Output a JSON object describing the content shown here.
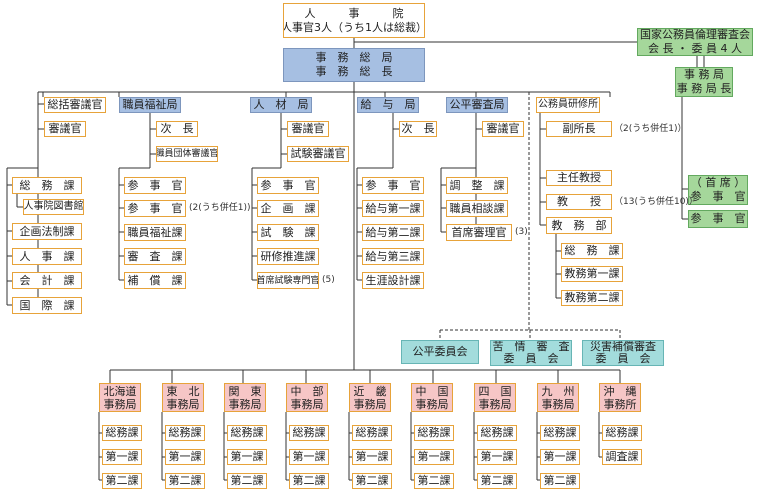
{
  "top": {
    "authority": "人　　　事　　　院",
    "commissioners": "人事官3人（うち1人は総裁）",
    "secretary_general": "事　務　総　局",
    "secretary_general_head": "事　務　総　長"
  },
  "ethics_board": {
    "title": "国家公務員倫理審査会",
    "members": "会 長 ・ 委 員 4 人",
    "secretariat": "事 務 局",
    "secretariat_head": "事 務 局 長",
    "chief": "（ 首 席 ）",
    "counselor_line2": "参　事　官",
    "counselor": "参　事　官"
  },
  "column_general": {
    "head": "総括審議官",
    "deliberation": "審議官",
    "units": [
      "総　務　課",
      "人事院図書館",
      "企画法制課",
      "人　事　課",
      "会　計　課",
      "国　際　課"
    ]
  },
  "column_welfare": {
    "head": "職員福祉局",
    "deputy": "次　長",
    "union_officer": "職員団体審議官",
    "units": [
      "参　事　官",
      "参　事　官",
      "職員福祉課",
      "審　査　課",
      "補　償　課"
    ],
    "note": "(2(うち併任1))"
  },
  "column_personnel": {
    "head": "人　材　局",
    "deliberation": "審議官",
    "exam_officer": "試験審議官",
    "units": [
      "参　事　官",
      "企　画　課",
      "試　験　課",
      "研修推進課",
      "首席試験専門官"
    ],
    "note": "(5)"
  },
  "column_salary": {
    "head": "給　与　局",
    "deputy": "次　長",
    "units": [
      "参　事　官",
      "給与第一課",
      "給与第二課",
      "給与第三課",
      "生涯設計課"
    ]
  },
  "column_fairness": {
    "head": "公平審査局",
    "deliberation": "審議官",
    "units": [
      "調　整　課",
      "職員相談課",
      "首席審理官"
    ],
    "note": "(3)"
  },
  "institute": {
    "head": "公務員研修所",
    "vice": "副所長",
    "vice_note": "（2(うち併任1)）",
    "chief_professor": "主任教授",
    "professor": "教　　授",
    "professor_note": "（13(うち併任10)）",
    "academic": "教　務　部",
    "units": [
      "総　務　課",
      "教務第一課",
      "教務第二課"
    ]
  },
  "committees": [
    "公平委員会",
    "苦　情　審　査\n委　員　会",
    "災害補償審査\n委　員　会"
  ],
  "regional": [
    {
      "name": "北海道\n事務局",
      "units": [
        "総務課",
        "第一課",
        "第二課"
      ]
    },
    {
      "name": "東　北\n事務局",
      "units": [
        "総務課",
        "第一課",
        "第二課"
      ]
    },
    {
      "name": "関　東\n事務局",
      "units": [
        "総務課",
        "第一課",
        "第二課"
      ]
    },
    {
      "name": "中　部\n事務局",
      "units": [
        "総務課",
        "第一課",
        "第二課"
      ]
    },
    {
      "name": "近　畿\n事務局",
      "units": [
        "総務課",
        "第一課",
        "第二課"
      ]
    },
    {
      "name": "中　国\n事務局",
      "units": [
        "総務課",
        "第一課",
        "第二課"
      ]
    },
    {
      "name": "四　国\n事務局",
      "units": [
        "総務課",
        "第一課",
        "第二課"
      ]
    },
    {
      "name": "九　州\n事務局",
      "units": [
        "総務課",
        "第一課",
        "第二課"
      ]
    },
    {
      "name": "沖　縄\n事務所",
      "units": [
        "総務課",
        "調査課"
      ]
    }
  ],
  "colors": {
    "border": "#e7a33a",
    "blue": "#a6bfe2",
    "green": "#a5d79b",
    "teal": "#a3dcdc",
    "pink": "#f6c6c6",
    "line": "#333333"
  }
}
